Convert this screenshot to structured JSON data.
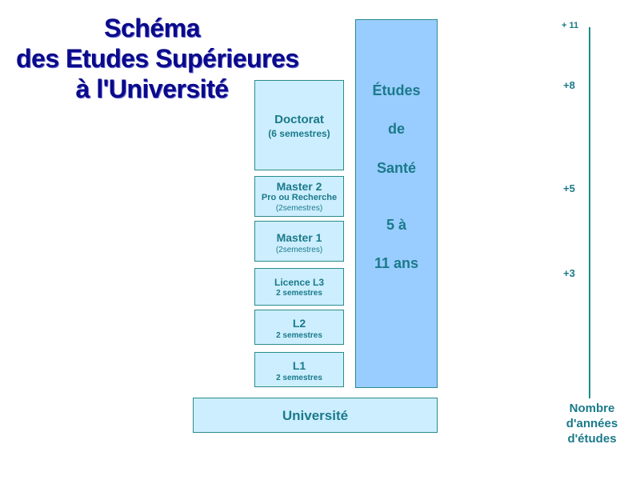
{
  "title": {
    "line1": "Schéma",
    "line2": "des Etudes Supérieures",
    "line3": "à l'Université"
  },
  "levels": {
    "doctorat": {
      "label": "Doctorat",
      "sub": "(6 semestres)"
    },
    "master2": {
      "label": "Master 2",
      "sub1": "Pro ou Recherche",
      "sub2": "(2semestres)"
    },
    "master1": {
      "label": "Master 1",
      "sub": "(2semestres)"
    },
    "licence3": {
      "label": "Licence L3",
      "sub": "2 semestres"
    },
    "l2": {
      "label": "L2",
      "sub": "2 semestres"
    },
    "l1": {
      "label": "L1",
      "sub": "2 semestres"
    },
    "universite": {
      "label": "Université"
    }
  },
  "sante": {
    "line1": "Études",
    "line2": "de",
    "line3": "Santé",
    "line4": "5 à",
    "line5": "11 ans"
  },
  "axis": {
    "ticks": {
      "t11": "+ 11",
      "t8": "+8",
      "t5": "+5",
      "t3": "+3"
    },
    "label1": "Nombre",
    "label2": "d'années",
    "label3": "d'études"
  }
}
